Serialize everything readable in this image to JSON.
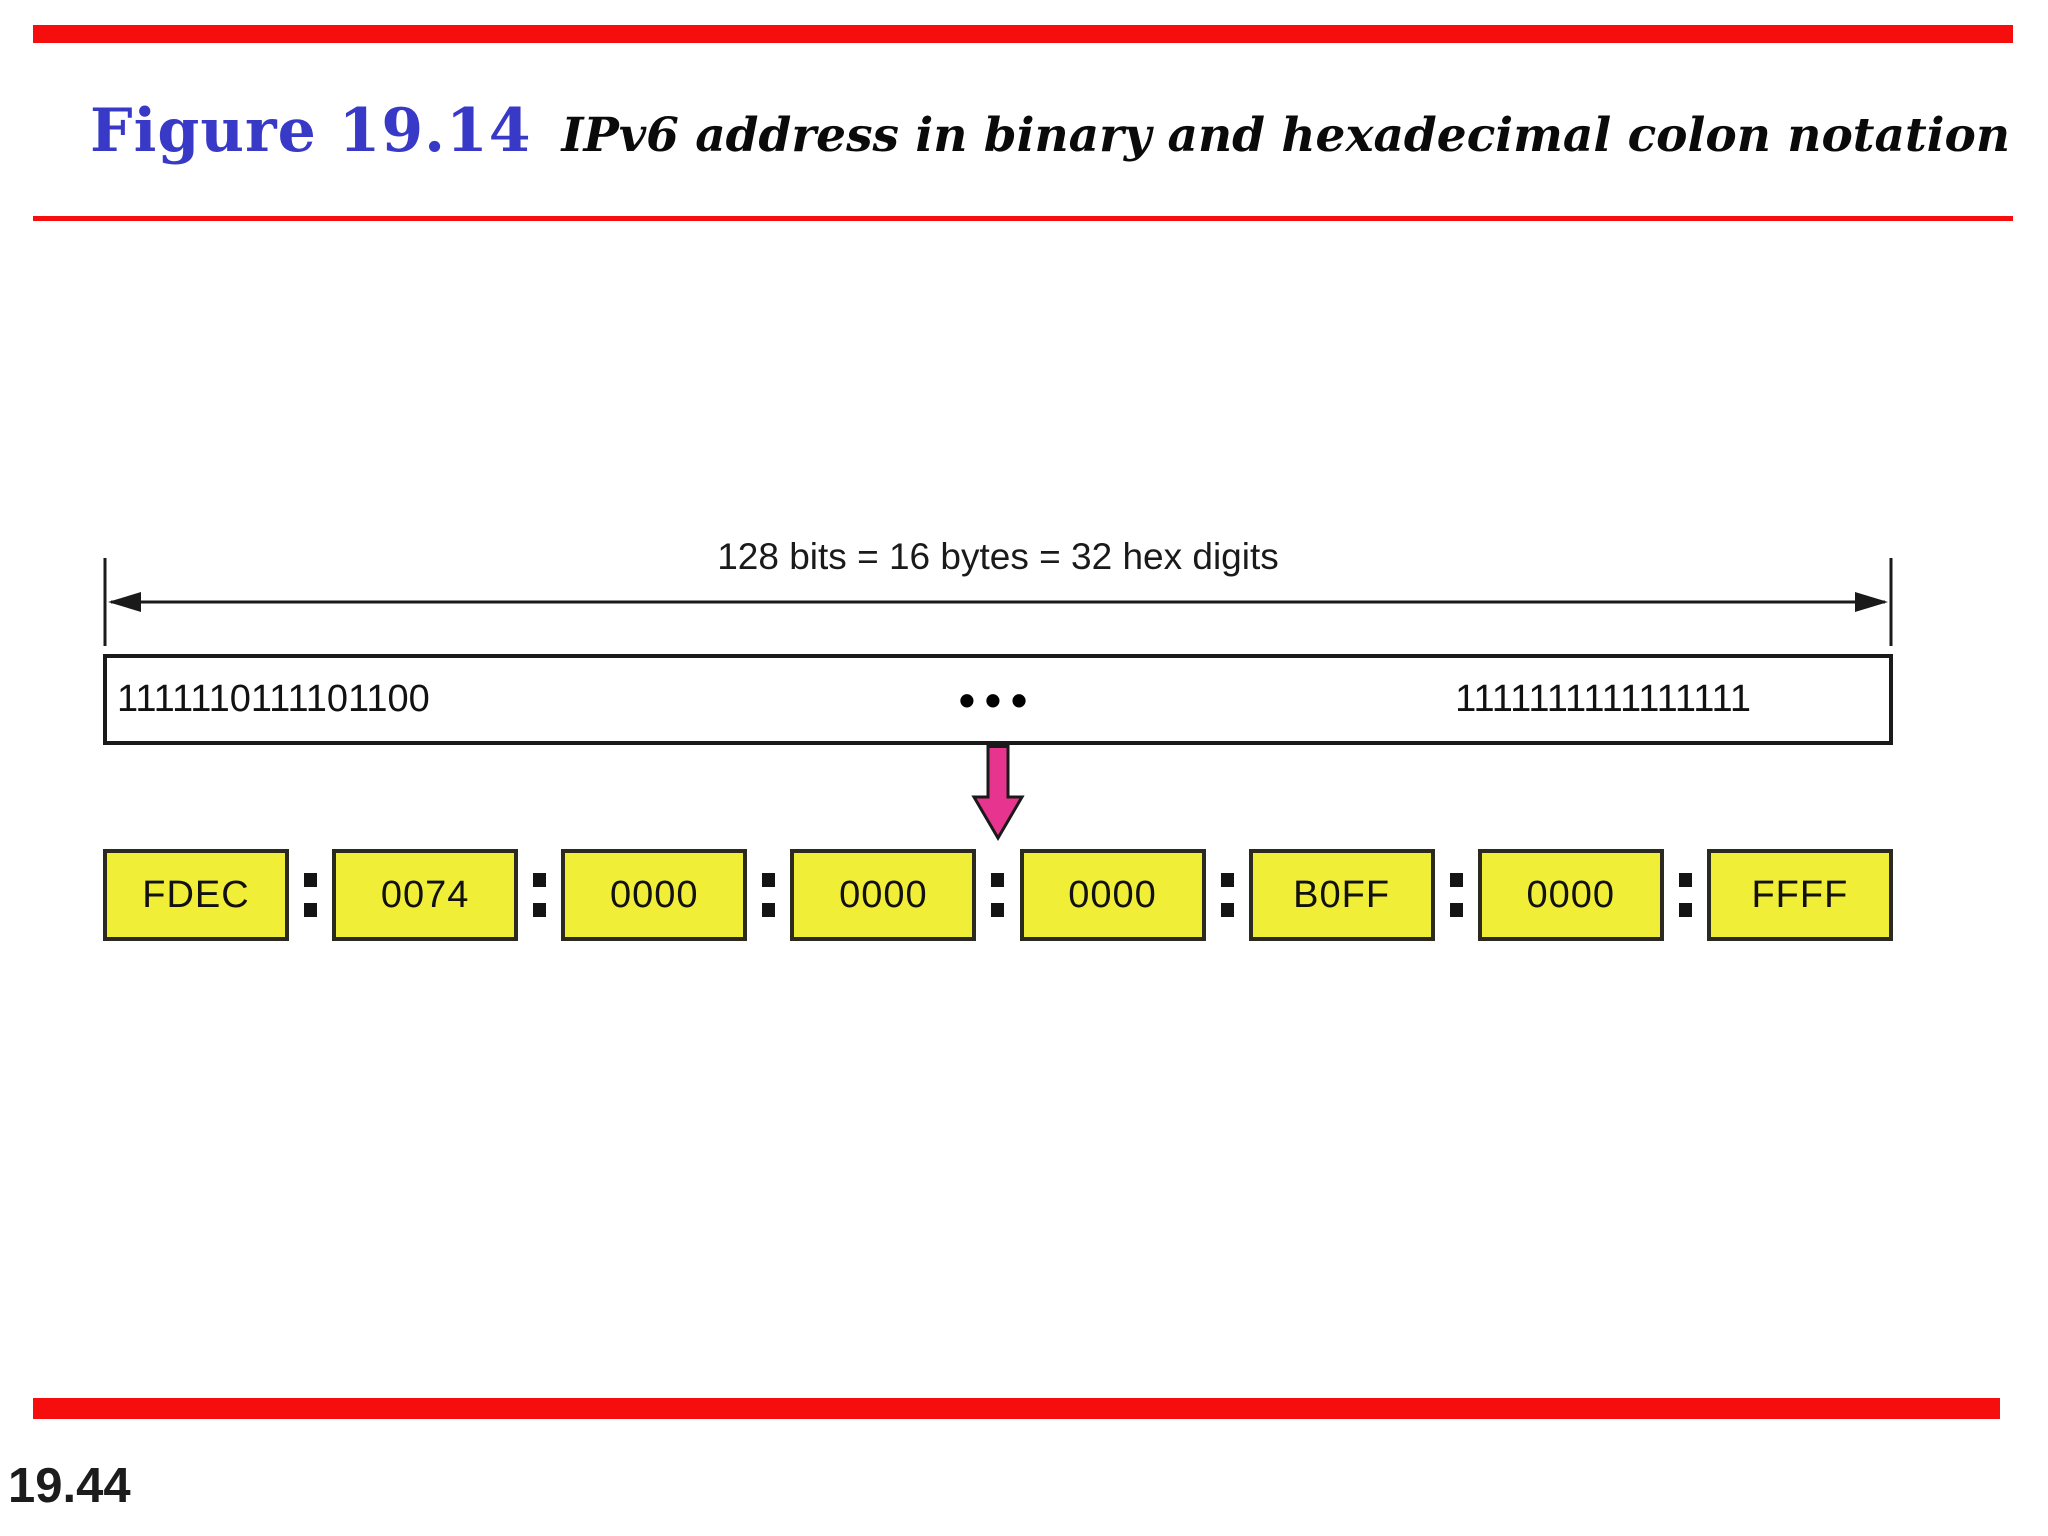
{
  "header": {
    "figure_label": "Figure 19.14",
    "figure_title": "IPv6 address in binary and hexadecimal colon notation"
  },
  "diagram": {
    "dimension_label": "128 bits = 16 bytes = 32 hex digits",
    "binary_left": "1111110111101100",
    "binary_ellipsis": "•••",
    "binary_right": "1111111111111111",
    "hex_groups": [
      "FDEC",
      "0074",
      "0000",
      "0000",
      "0000",
      "B0FF",
      "0000",
      "FFFF"
    ],
    "colon_separator": ":"
  },
  "footer": {
    "page_number": "19.44"
  },
  "colors": {
    "accent_red": "#f60d0e",
    "title_blue": "#3939c7",
    "box_yellow": "#f1ee37",
    "arrow_pink": "#e6348f",
    "ink_black": "#111111"
  }
}
